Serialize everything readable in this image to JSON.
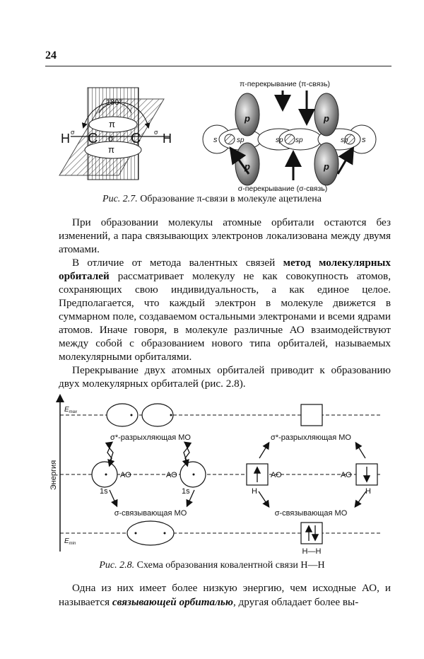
{
  "page_number": "24",
  "figure_2_7": {
    "labels": {
      "angle": "180°",
      "pi": "π",
      "sigma": "σ",
      "carbon": "C",
      "hydrogen": "H",
      "s": "s",
      "sp": "sp",
      "p": "p",
      "pi_overlap": "π-перекрывание (π-связь)",
      "sigma_overlap": "σ-перекрывание (σ-связь)"
    },
    "caption_prefix": "Рис. 2.7.",
    "caption_text": "Образование π-связи в молекуле ацетилена"
  },
  "paragraphs": [
    "При образовании молекулы атомные орбитали остаются без изменений, а пара связывающих электронов локализована между двумя атомами.",
    "В отличие от метода валентных связей ",
    "метод молекулярных орбиталей",
    " рассматривает молекулу не как совокупность атомов, сохраняющих свою индивидуальность, а как единое целое. Предполагается, что каждый электрон в молекуле движется в суммарном поле, создаваемом остальными электронами и всеми ядрами атомов. Иначе говоря, в молекуле различные АО взаимодействуют между собой с образованием нового типа орбиталей, называемых молекулярными орбиталями.",
    "Перекрывание двух атомных орбиталей приводит к образованию двух молекулярных орбиталей (рис. 2.8)."
  ],
  "figure_2_8": {
    "axis_label": "Энергия",
    "e_max": "E",
    "e_max_sub": "max",
    "e_min": "E",
    "e_min_sub": "min",
    "antibonding": "σ*-разрыхляющая МО",
    "bonding": "σ-связывающая МО",
    "ao": "АО",
    "one_s": "1s",
    "h": "H",
    "hh": "H—H",
    "caption_prefix": "Рис. 2.8.",
    "caption_text": "Схема образования ковалентной связи H—H"
  },
  "final_paragraph": {
    "before": "Одна из них имеет более низкую энергию, чем исходные АО, и называется ",
    "term1": "связывающей орбиталью",
    "after": ", другая обладает более вы-"
  }
}
